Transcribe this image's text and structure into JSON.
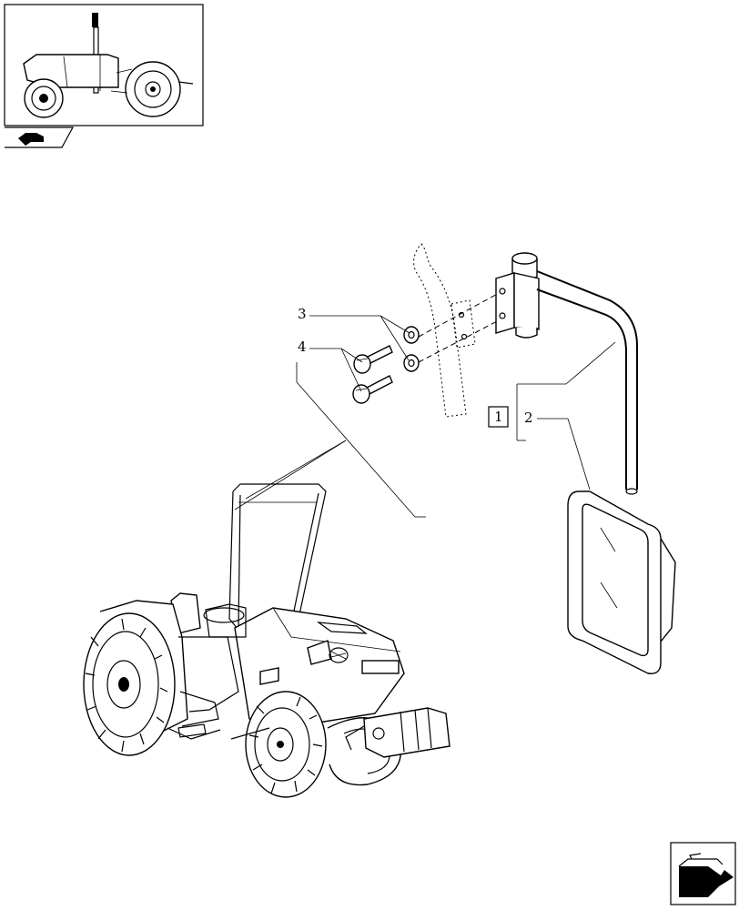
{
  "diagram": {
    "callouts": {
      "washers": "3",
      "bolts": "4",
      "mirror_assembly": "2",
      "note_box": "1"
    }
  },
  "icons": {
    "thumbnail": "tractor-thumbnail-icon",
    "section_tag": "section-arrow-icon",
    "next_page": "next-page-arrow-icon"
  }
}
